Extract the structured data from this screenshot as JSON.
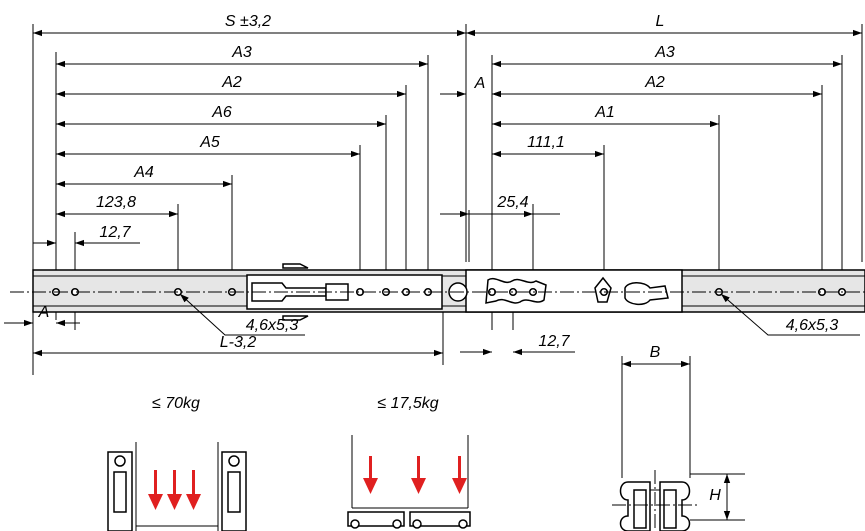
{
  "dimensions": {
    "s_total": "S ±3,2",
    "l_total": "L",
    "a3_left": "A3",
    "a2_left": "A2",
    "a6": "A6",
    "a5": "A5",
    "a4": "A4",
    "d_123_8": "123,8",
    "d_12_7_top": "12,7",
    "a_left": "A",
    "hole_left": "4,6x5,3",
    "l_minus": "L-3,2",
    "a_right": "A",
    "a3_right": "A3",
    "a2_right": "A2",
    "a1": "A1",
    "d_111_1": "111,1",
    "d_25_4": "25,4",
    "d_12_7_bottom": "12,7",
    "hole_right": "4,6x5,3",
    "width_b": "B",
    "height_h": "H"
  },
  "loads": {
    "side_mount": "≤ 70kg",
    "flat_mount": "≤ 17,5kg"
  },
  "colors": {
    "line": "#000000",
    "rail_fill": "#e6e6e6",
    "load_arrow": "#e02020"
  }
}
